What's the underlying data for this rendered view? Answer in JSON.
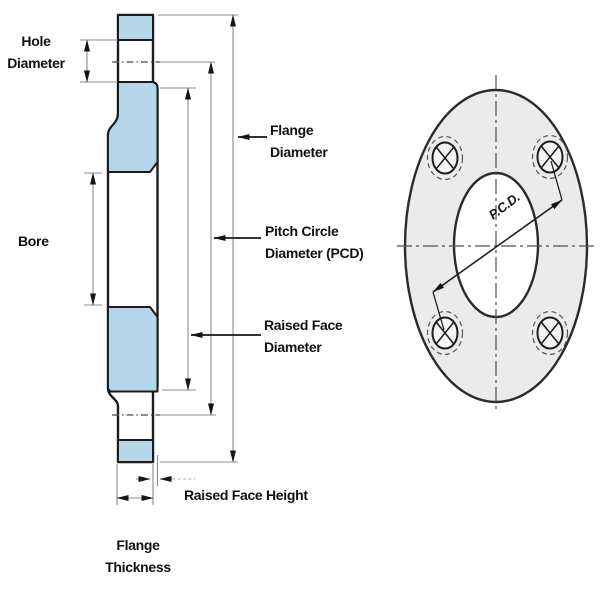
{
  "diagram": {
    "type": "flange-dimension-diagram",
    "section_labels": {
      "hole_diameter": [
        "Hole",
        "Diameter"
      ],
      "bore": [
        "Bore"
      ],
      "flange_diameter": [
        "Flange",
        "Diameter"
      ],
      "pitch_circle_diameter": [
        "Pitch Circle",
        "Diameter (PCD)"
      ],
      "raised_face_diameter": [
        "Raised Face",
        "Diameter"
      ],
      "raised_face_height": [
        "Raised Face Height"
      ],
      "flange_thickness": [
        "Flange",
        "Thickness"
      ]
    },
    "face_labels": {
      "pcd": "P.C.D."
    },
    "colors": {
      "section_fill": "#b5d6e9",
      "face_fill": "#ebebeb",
      "outline": "#1c1c1c",
      "dimension_line": "#8c8c8c",
      "text": "#111111",
      "background": "#ffffff"
    }
  }
}
